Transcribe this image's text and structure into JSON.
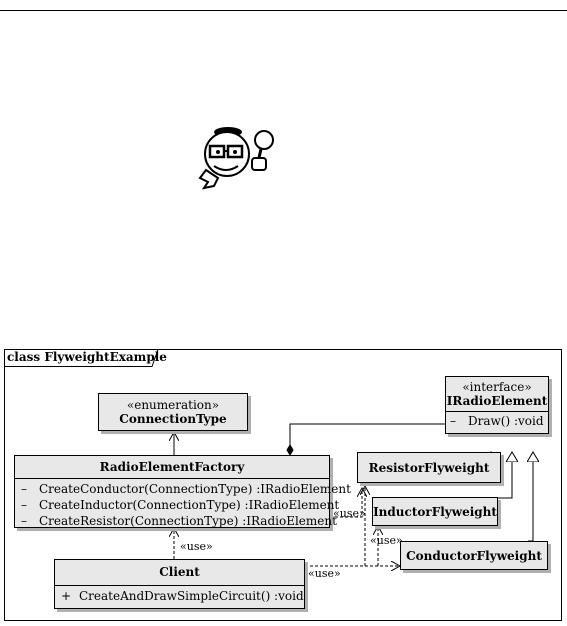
{
  "diagram": {
    "frame_title": "class FlyweightExample",
    "classes": {
      "connection_type": {
        "stereotype": "«enumeration»",
        "name": "ConnectionType"
      },
      "iradio_element": {
        "stereotype": "«interface»",
        "name": "IRadioElement",
        "ops": [
          {
            "vis": "–",
            "text": "Draw()  :void"
          }
        ]
      },
      "factory": {
        "name": "RadioElementFactory",
        "ops": [
          {
            "vis": "–",
            "text": "CreateConductor(ConnectionType)  :IRadioElement"
          },
          {
            "vis": "–",
            "text": "CreateInductor(ConnectionType)  :IRadioElement"
          },
          {
            "vis": "–",
            "text": "CreateResistor(ConnectionType)  :IRadioElement"
          }
        ]
      },
      "resistor": {
        "name": "ResistorFlyweight"
      },
      "inductor": {
        "name": "InductorFlyweight"
      },
      "conductor": {
        "name": "ConductorFlyweight"
      },
      "client": {
        "name": "Client",
        "ops": [
          {
            "vis": "+",
            "text": "CreateAndDrawSimpleCircuit()  :void"
          }
        ]
      }
    },
    "labels": {
      "use_factory": "«use»",
      "use_client": "«use»",
      "use_bottom": "«use»",
      "use_right": "«use»"
    }
  }
}
